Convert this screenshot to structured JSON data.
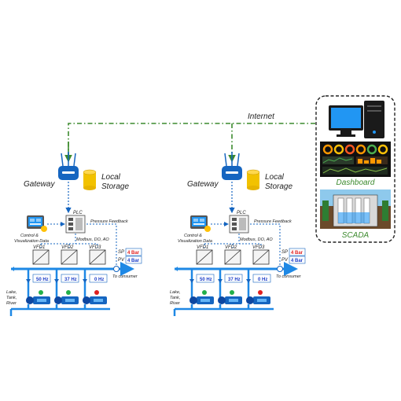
{
  "internet_label": "Internet",
  "systems": [
    {
      "gateway_label": "Gateway",
      "storage_label_1": "Local",
      "storage_label_2": "Storage",
      "plc_label": "PLC",
      "pressure_label": "Pressure Feedback",
      "hmi_label_1": "Control &",
      "hmi_label_2": "Visualization Data",
      "bus_label": "Modbus, DO, AO",
      "sp_label": "SP",
      "sp_value": "4 Bar",
      "pv_label": "PV",
      "pv_value": "4 Bar",
      "consumer_label": "To consumer",
      "source_label_1": "Lake,",
      "source_label_2": "Tank,",
      "source_label_3": "River",
      "vfds": [
        {
          "label": "VFD1",
          "freq": "50 Hz",
          "status_color": "#22b04a"
        },
        {
          "label": "VFD2",
          "freq": "37 Hz",
          "status_color": "#22b04a"
        },
        {
          "label": "VFD3",
          "freq": "0 Hz",
          "status_color": "#e02020"
        }
      ]
    },
    {
      "gateway_label": "Gateway",
      "storage_label_1": "Local",
      "storage_label_2": "Storage",
      "plc_label": "PLC",
      "pressure_label": "Pressure Feedback",
      "hmi_label_1": "Control &",
      "hmi_label_2": "Visualization Data",
      "bus_label": "Modbus, DO, AO",
      "sp_label": "SP",
      "sp_value": "4 Bar",
      "pv_label": "PV",
      "pv_value": "4 Bar",
      "consumer_label": "To consumer",
      "source_label_1": "Lake,",
      "source_label_2": "Tank,",
      "source_label_3": "River",
      "vfds": [
        {
          "label": "VFD1",
          "freq": "50 Hz",
          "status_color": "#22b04a"
        },
        {
          "label": "VFD2",
          "freq": "37 Hz",
          "status_color": "#22b04a"
        },
        {
          "label": "VFD3",
          "freq": "0 Hz",
          "status_color": "#e02020"
        }
      ]
    }
  ],
  "dashboard_label": "Dashboard",
  "scada_label": "SCADA",
  "colors": {
    "internet_line": "#3c8a2e",
    "pipe": "#1e88e5",
    "signal": "#1565c0",
    "dashboard_text": "#3c8a2e",
    "scada_text": "#3c8a2e",
    "sp_value": "#e02020",
    "pv_value": "#1a3cc8"
  }
}
